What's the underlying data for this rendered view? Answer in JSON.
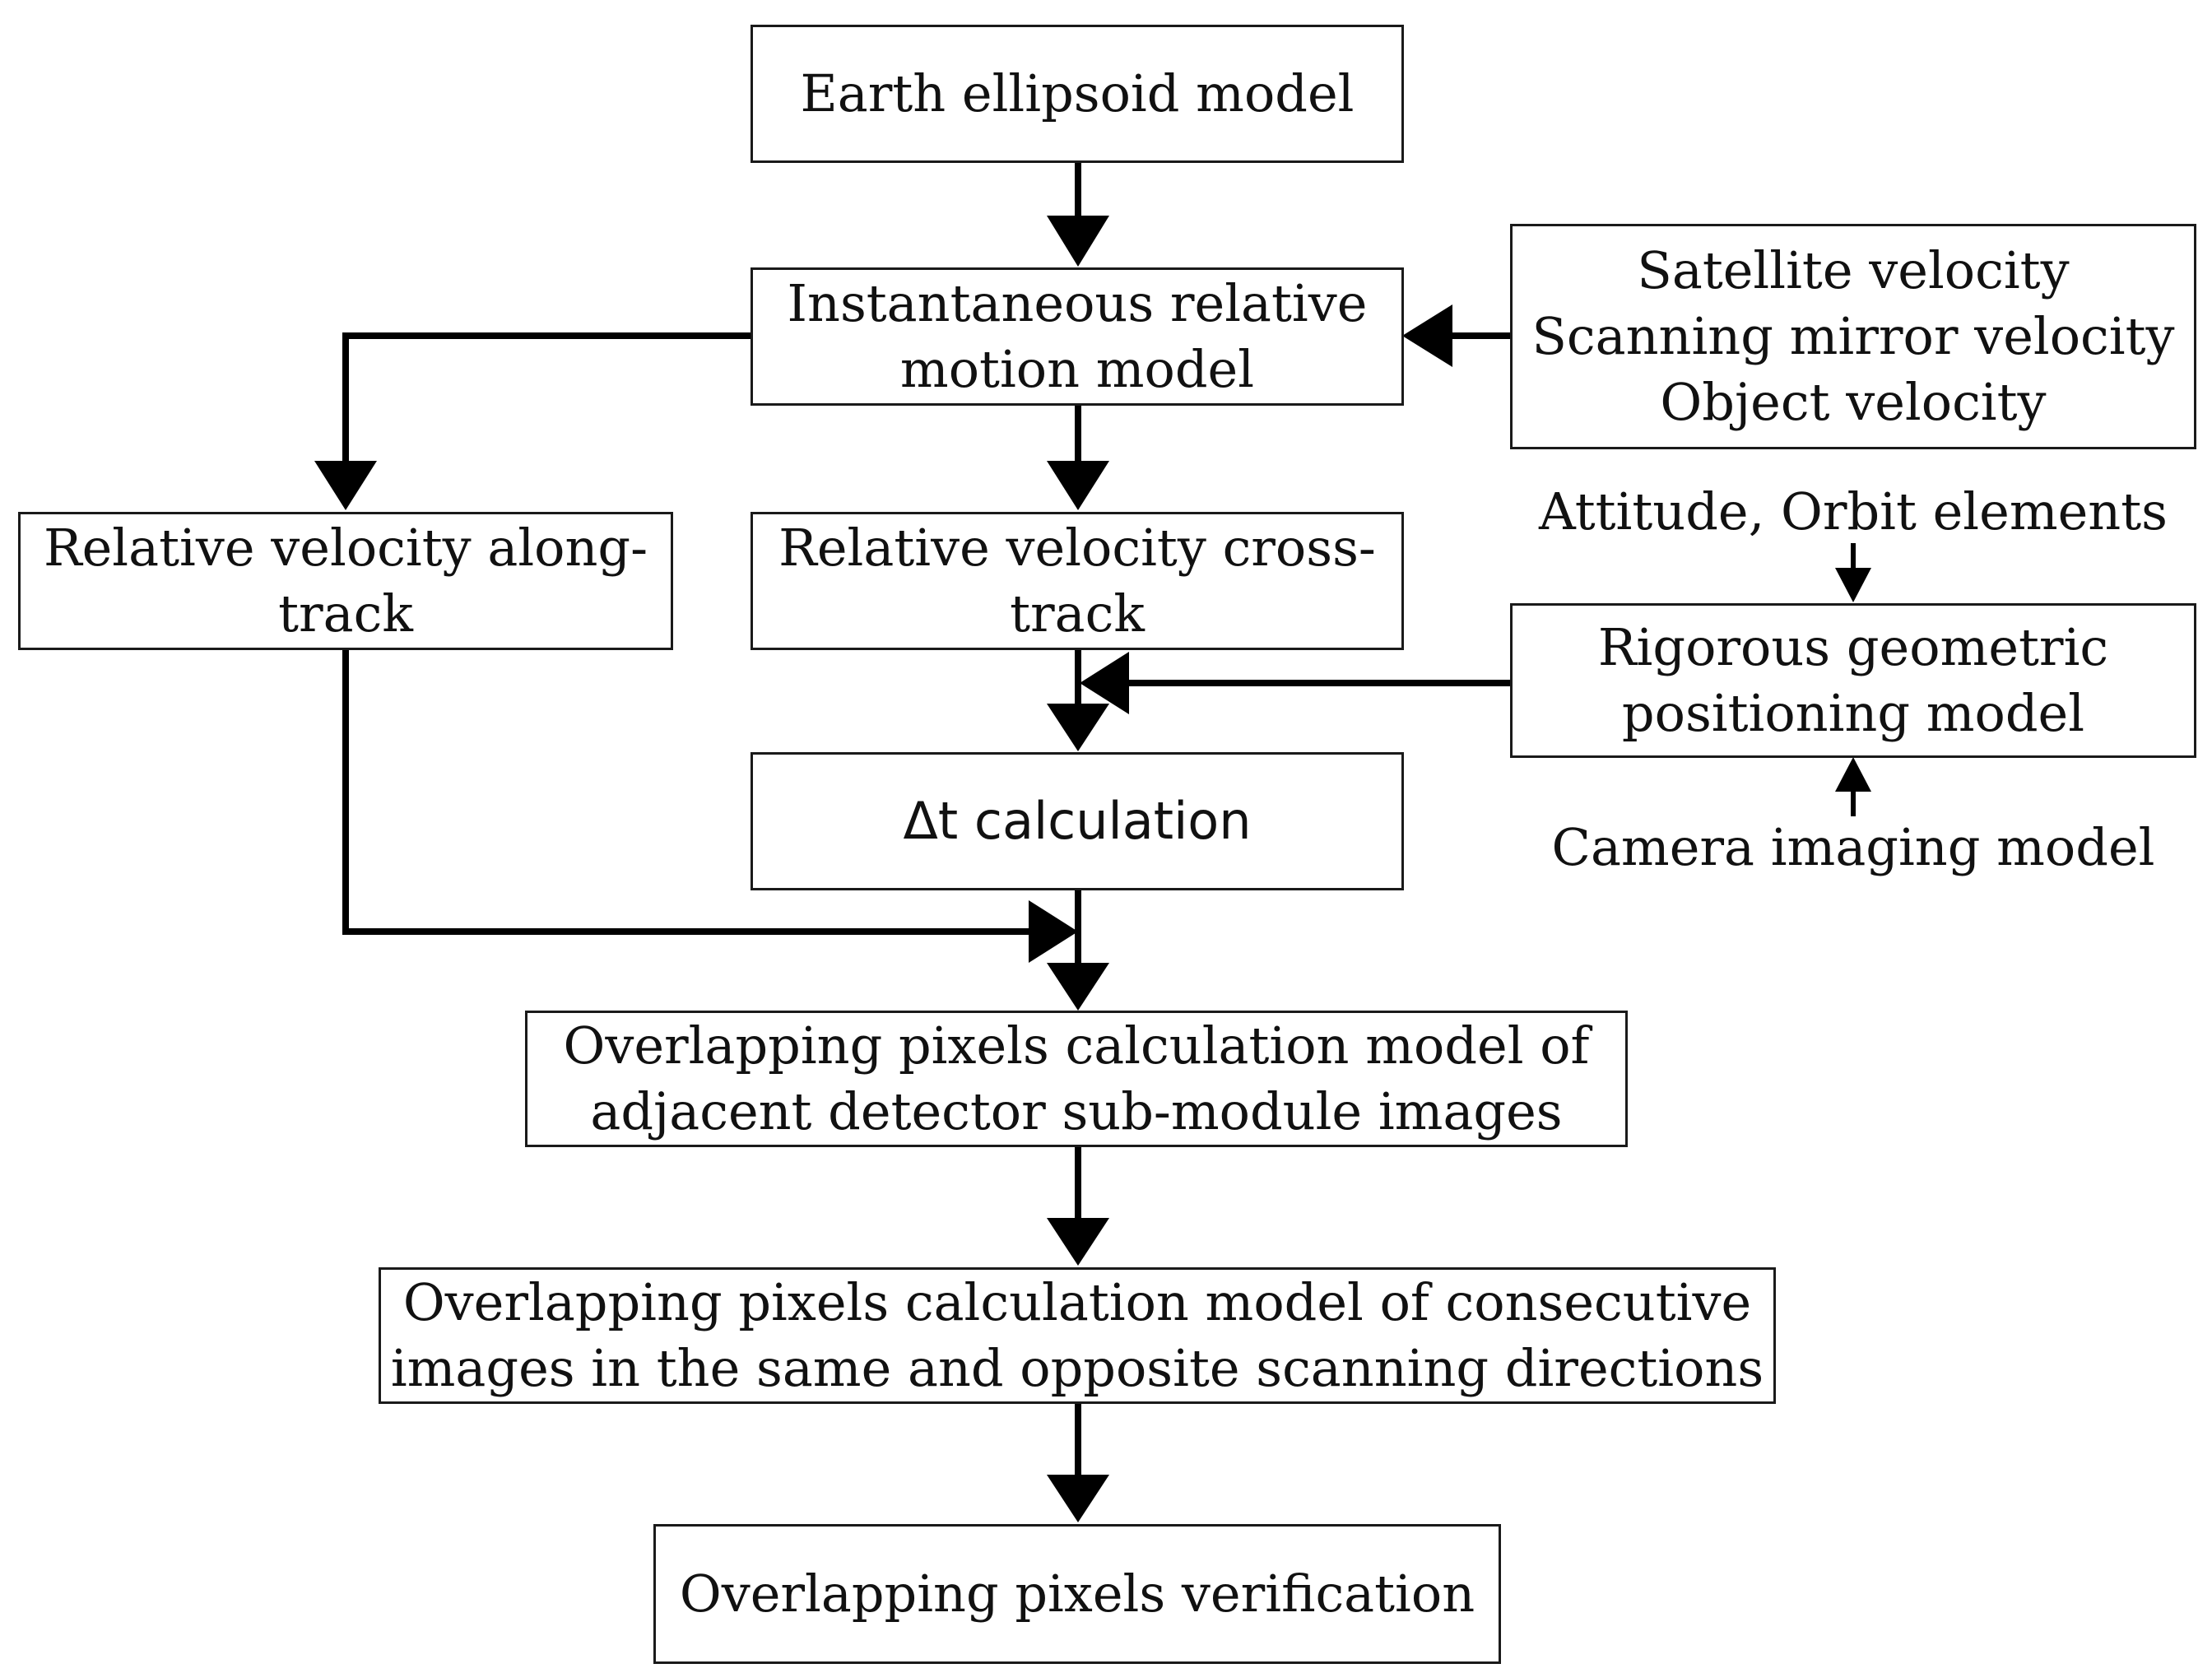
{
  "nodes": {
    "earth": "Earth ellipsoid model",
    "irm": [
      "Instantaneous relative",
      "motion model"
    ],
    "velocities": [
      "Satellite velocity",
      "Scanning mirror velocity",
      "Object velocity"
    ],
    "along": [
      "Relative velocity along-",
      "track"
    ],
    "cross": [
      "Relative velocity cross-",
      "track"
    ],
    "attitude": "Attitude, Orbit elements",
    "rigorous": [
      "Rigorous geometric",
      "positioning model"
    ],
    "dt": "Δt calculation",
    "camera": "Camera imaging model",
    "adjacent": [
      "Overlapping pixels calculation model of",
      "adjacent detector sub-module images"
    ],
    "consecutive": [
      "Overlapping pixels calculation model of consecutive",
      "images in the same and opposite scanning directions"
    ],
    "verification": "Overlapping pixels verification"
  },
  "colors": {
    "stroke": "#000000",
    "box_border": "#1a1a1a",
    "text": "#111111"
  }
}
